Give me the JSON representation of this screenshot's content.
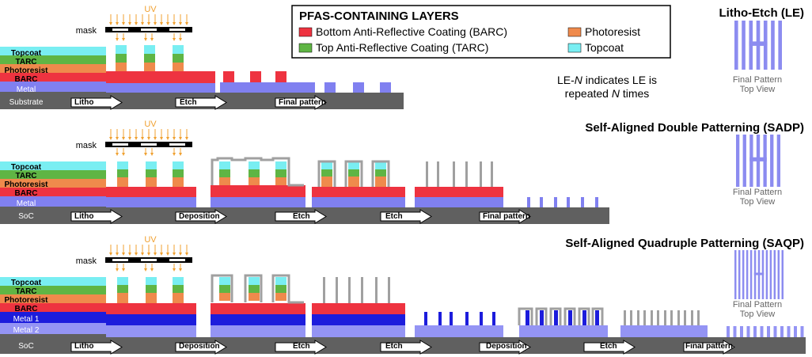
{
  "legend": {
    "title": "PFAS-CONTAINING LAYERS",
    "items": [
      {
        "label": "Bottom Anti-Reflective Coating (BARC)",
        "color": "#ee3340"
      },
      {
        "label": "Top Anti-Reflective Coating (TARC)",
        "color": "#5fb544"
      },
      {
        "label": "Photoresist",
        "color": "#ef8a4c"
      },
      {
        "label": "Topcoat",
        "color": "#79eef2"
      }
    ]
  },
  "note": {
    "line1_prefix": "LE-",
    "line1_em": "N",
    "line1_suffix": " indicates LE is",
    "line2_prefix": "repeated ",
    "line2_em": "N",
    "line2_suffix": " times"
  },
  "common": {
    "uv": "UV",
    "mask": "mask",
    "final_pattern": "Final Pattern",
    "top_view": "Top View"
  },
  "rows": {
    "le": {
      "title": "Litho-Etch (LE)",
      "layers": [
        "Topcoat",
        "TARC",
        "Photoresist",
        "BARC",
        "Metal",
        "Substrate"
      ],
      "steps": [
        "Litho",
        "Etch",
        "Final pattern"
      ]
    },
    "sadp": {
      "title": "Self-Aligned Double Patterning (SADP)",
      "layers": [
        "Topcoat",
        "TARC",
        "Photoresist",
        "BARC",
        "Metal",
        "SoC"
      ],
      "steps": [
        "Litho",
        "Deposition",
        "Etch",
        "Etch",
        "Final pattern"
      ]
    },
    "saqp": {
      "title": "Self-Aligned Quadruple Patterning (SAQP)",
      "layers": [
        "Topcoat",
        "TARC",
        "Photoresist",
        "BARC",
        "Metal 1",
        "Metal 2",
        "SoC"
      ],
      "steps": [
        "Litho",
        "Deposition",
        "Etch",
        "Etch",
        "Deposition",
        "Etch",
        "Final pattern"
      ]
    }
  },
  "colors": {
    "topcoat": "#79eef2",
    "tarc": "#5fb544",
    "photoresist": "#ef8a4c",
    "barc": "#ee3340",
    "metal": "#8080f0",
    "metal1": "#1c1cdc",
    "metal2": "#9494f4",
    "substrate": "#606060",
    "spacer": "#a0a0a0",
    "uv": "#f0a030",
    "pattern": "#8c8cf0"
  }
}
